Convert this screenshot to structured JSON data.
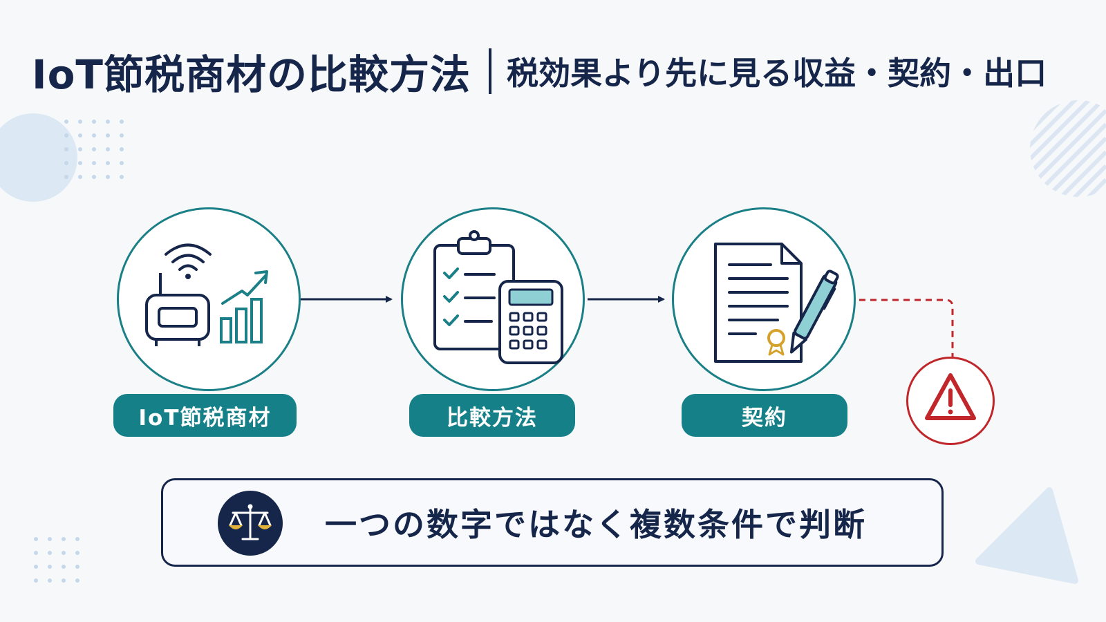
{
  "header": {
    "title": "IoT節税商材の比較方法",
    "subtitle": "税効果より先に見る収益・契約・出口"
  },
  "flow": {
    "steps": [
      {
        "label": "IoT節税商材",
        "icon": "iot-router-growth-icon"
      },
      {
        "label": "比較方法",
        "icon": "checklist-calculator-icon"
      },
      {
        "label": "契約",
        "icon": "contract-pen-icon"
      }
    ],
    "warning_icon": "warning-triangle-icon"
  },
  "conclusion": {
    "icon": "balance-scale-icon",
    "text": "一つの数字ではなく複数条件で判断"
  },
  "colors": {
    "navy": "#15264a",
    "teal": "#158088",
    "warning_red": "#c0262a",
    "light_blue": "#dde9f5"
  }
}
